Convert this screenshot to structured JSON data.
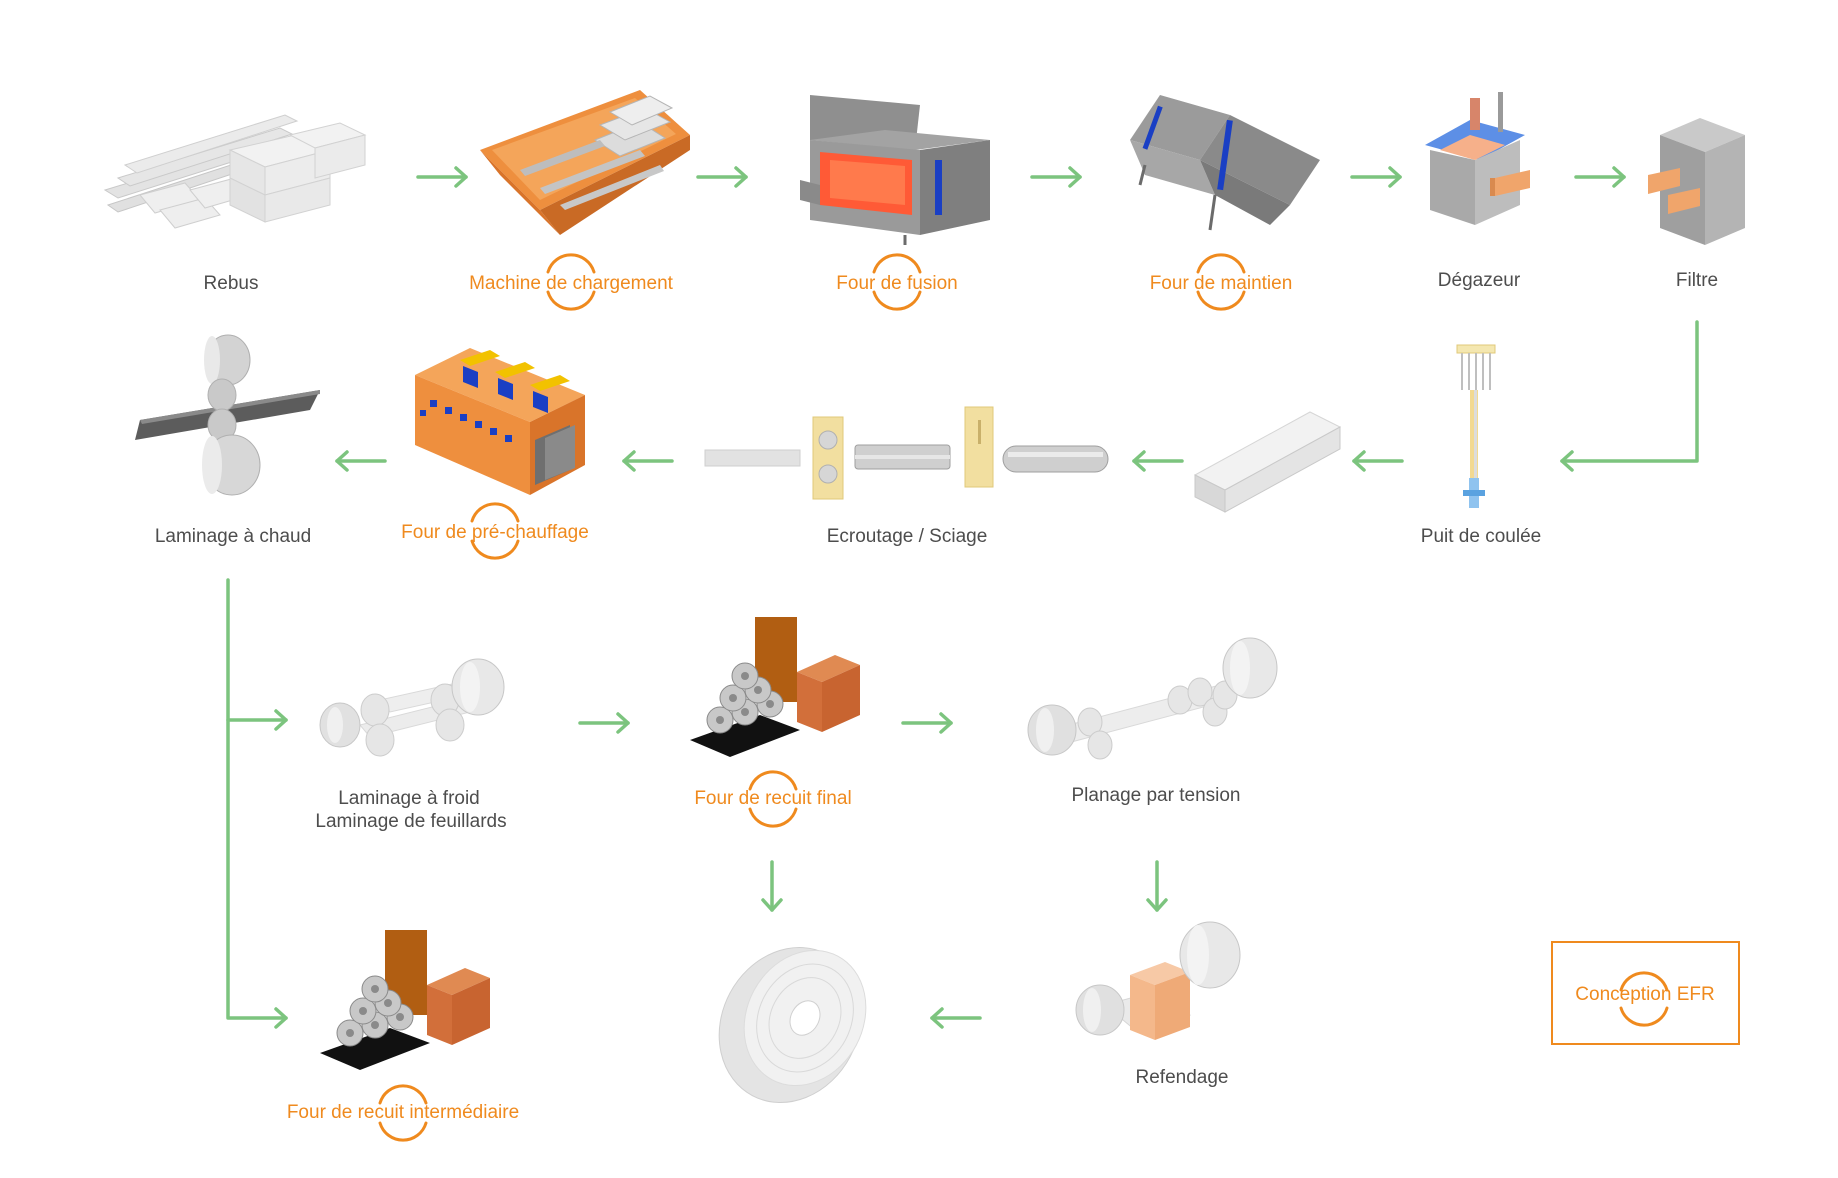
{
  "stations": {
    "rebus": "Rebus",
    "machine_chargement": "Machine de chargement",
    "four_fusion": "Four de fusion",
    "four_maintien": "Four de maintien",
    "degazeur": "Dégazeur",
    "filtre": "Filtre",
    "laminage_chaud": "Laminage à chaud",
    "four_prechauffage": "Four de pré-chauffage",
    "ecroutage_sciage": "Ecroutage / Sciage",
    "puit_coulee": "Puit de coulée",
    "laminage_froid_1": "Laminage à froid",
    "laminage_froid_2": "Laminage de feuillards",
    "four_recuit_final": "Four de recuit final",
    "planage_tension": "Planage par tension",
    "four_recuit_intermediaire": "Four de recuit intermédiaire",
    "refendage": "Refendage"
  },
  "brand": {
    "label": "Conception EFR"
  },
  "colors": {
    "accent_orange": "#ef8a1e",
    "flow_green": "#7cc47e",
    "label_grey": "#4d4d4d",
    "equipment_grey": "#9a9a9a",
    "furnace_orange": "#ee8f3e",
    "hot_red": "#ff5a36",
    "burner_blue": "#1a3fc4"
  },
  "icons": {
    "flow": "arrow-right-icon",
    "efr": "efr-ring-icon"
  }
}
